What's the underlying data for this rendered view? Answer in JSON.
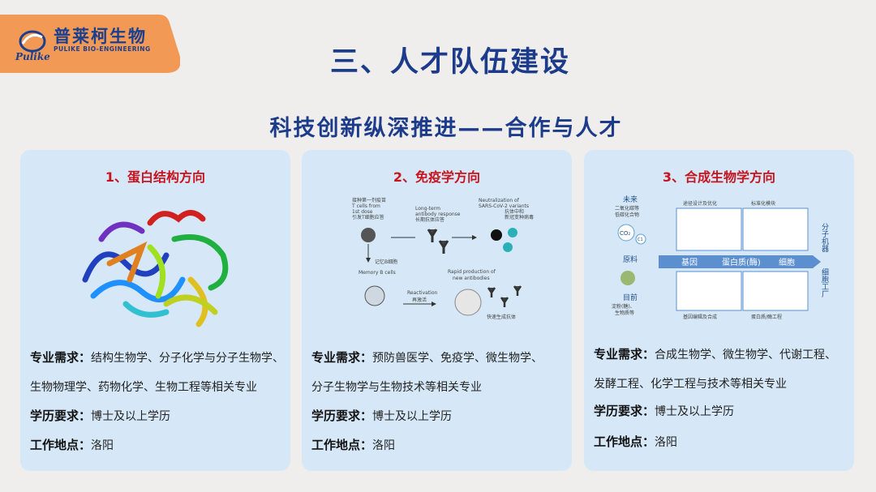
{
  "brand": {
    "name_cn": "普莱柯生物",
    "name_en": "PULIKE BIO-ENGINEERING",
    "mark": "Pulike"
  },
  "title": "三、人才队伍建设",
  "subtitle": "科技创新纵深推进——合作与人才",
  "labels": {
    "major": "专业需求：",
    "degree": "学历要求：",
    "location": "工作地点："
  },
  "cards": [
    {
      "title": "1、蛋白结构方向",
      "major_lines": [
        "结构生物学、分子化学与分子生物学、",
        "生物物理学、药物化学、生物工程等相关专业"
      ],
      "degree": "博士及以上学历",
      "location": "洛阳"
    },
    {
      "title": "2、免疫学方向",
      "major_lines": [
        "预防兽医学、免疫学、微生物学、",
        "分子生物学与生物技术等相关专业"
      ],
      "degree": "博士及以上学历",
      "location": "洛阳"
    },
    {
      "title": "3、合成生物学方向",
      "major_lines": [
        "合成生物学、微生物学、代谢工程、",
        "发酵工程、化学工程与技术等相关专业"
      ],
      "degree": "博士及以上学历",
      "location": "洛阳"
    }
  ],
  "immuno_fig": {
    "t1": "接种第一剂疫苗",
    "t2": "T cells from",
    "t3": "1st dose",
    "t4": "引发T细胞应答",
    "lt1": "Long-term",
    "lt2": "antibody response",
    "lt3": "长期抗体应答",
    "n1": "Neutralization of",
    "n2": "SARS-CoV-2 variants",
    "n3": "抗体中和",
    "n4": "新冠变种病毒",
    "mem1": "记忆B细胞",
    "mem2": "Memory B cells",
    "re1": "Reactivation",
    "re2": "再激活",
    "rp1": "Rapid production of",
    "rp2": "new antibodies",
    "rp3": "快速生成抗体"
  },
  "synbio_fig": {
    "future": "未来",
    "co2_line1": "二氧化碳等",
    "co2_line2": "低碳化合物",
    "co2": "CO₂",
    "c1": "C1",
    "raw": "原料",
    "now": "目前",
    "now_line1": "淀粉(糖)、",
    "now_line2": "生物质等",
    "pathway": "途径设计及优化",
    "module": "标准化模块",
    "gene": "基因",
    "protein": "蛋白质(酶)",
    "cell": "细胞",
    "right1": "分子机器",
    "right2": "细胞工厂",
    "b1": "基因编辑及合成",
    "b2": "蛋白质/酶工程"
  }
}
